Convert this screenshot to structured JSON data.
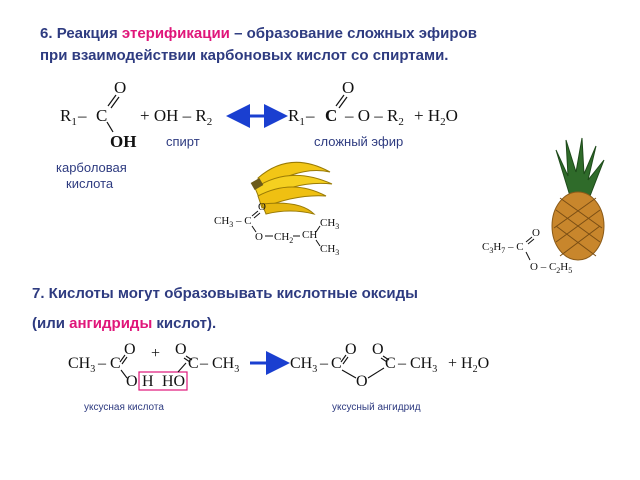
{
  "section6": {
    "number": "6.",
    "word1": "Реакция",
    "highlight": "этерификации",
    "rest1": "– образование сложных эфиров",
    "line2": "при взаимодействии карбоновых кислот со спиртами."
  },
  "eq1": {
    "R1": "R",
    "sub1": "1",
    "C": "C",
    "O_top": "O",
    "OH": "OH",
    "plus_OH": "+ OH – R",
    "sub2": "2",
    "ester_left": "R",
    "ester_C": "C",
    "ester_O": "– O – R",
    "ester_sub2": "2",
    "water_plus": "+ H",
    "water_sub": "2",
    "water_O": "O",
    "label_alcohol": "спирт",
    "label_ester": "сложный эфир",
    "label_acid_line1": "карболовая",
    "label_acid_line2": "кислота"
  },
  "banana_ester": {
    "ch3": "CH",
    "ch3_sub": "3",
    "c": "C",
    "o_top": "O",
    "o_link": "O",
    "ch2": "CH",
    "ch2_sub": "2",
    "ch": "CH",
    "ch3a": "CH",
    "ch3a_sub": "3",
    "ch3b": "CH",
    "ch3b_sub": "3"
  },
  "pineapple_ester": {
    "c3h7": "C",
    "c3h7_sub1": "3",
    "c3h7_h": "H",
    "c3h7_sub2": "7",
    "c": "C",
    "o_top": "O",
    "o_link": "O – C",
    "c2h5_sub1": "2",
    "c2h5_h": "H",
    "c2h5_sub2": "5"
  },
  "section7": {
    "line1": "7. Кислоты могут образовывать кислотные оксиды",
    "line2_open": "(или ",
    "highlight": "ангидриды",
    "line2_close": " кислот)."
  },
  "eq2": {
    "ch3_1": "CH",
    "ch3_1_sub": "3",
    "c1": "C",
    "o1": "O",
    "o_h": "O",
    "h": "H",
    "ho": "HO",
    "plus": "+",
    "o2": "O",
    "c2": "C",
    "ch3_2": "CH",
    "ch3_2_sub": "3",
    "ch3_3": "CH",
    "ch3_3_sub": "3",
    "c3": "C",
    "o3": "O",
    "o_bridge": "O",
    "o4": "O",
    "c4": "C",
    "ch3_4": "CH",
    "ch3_4_sub": "3",
    "water": "+ H",
    "water_sub": "2",
    "water_o": "O",
    "label_acid": "уксусная кислота",
    "label_anhydride": "уксусный ангидрид"
  },
  "colors": {
    "title": "#2e3b80",
    "highlight": "#e0167a",
    "arrow": "#1a3fd0",
    "box": "#e0167a",
    "label": "#2e3b80"
  }
}
